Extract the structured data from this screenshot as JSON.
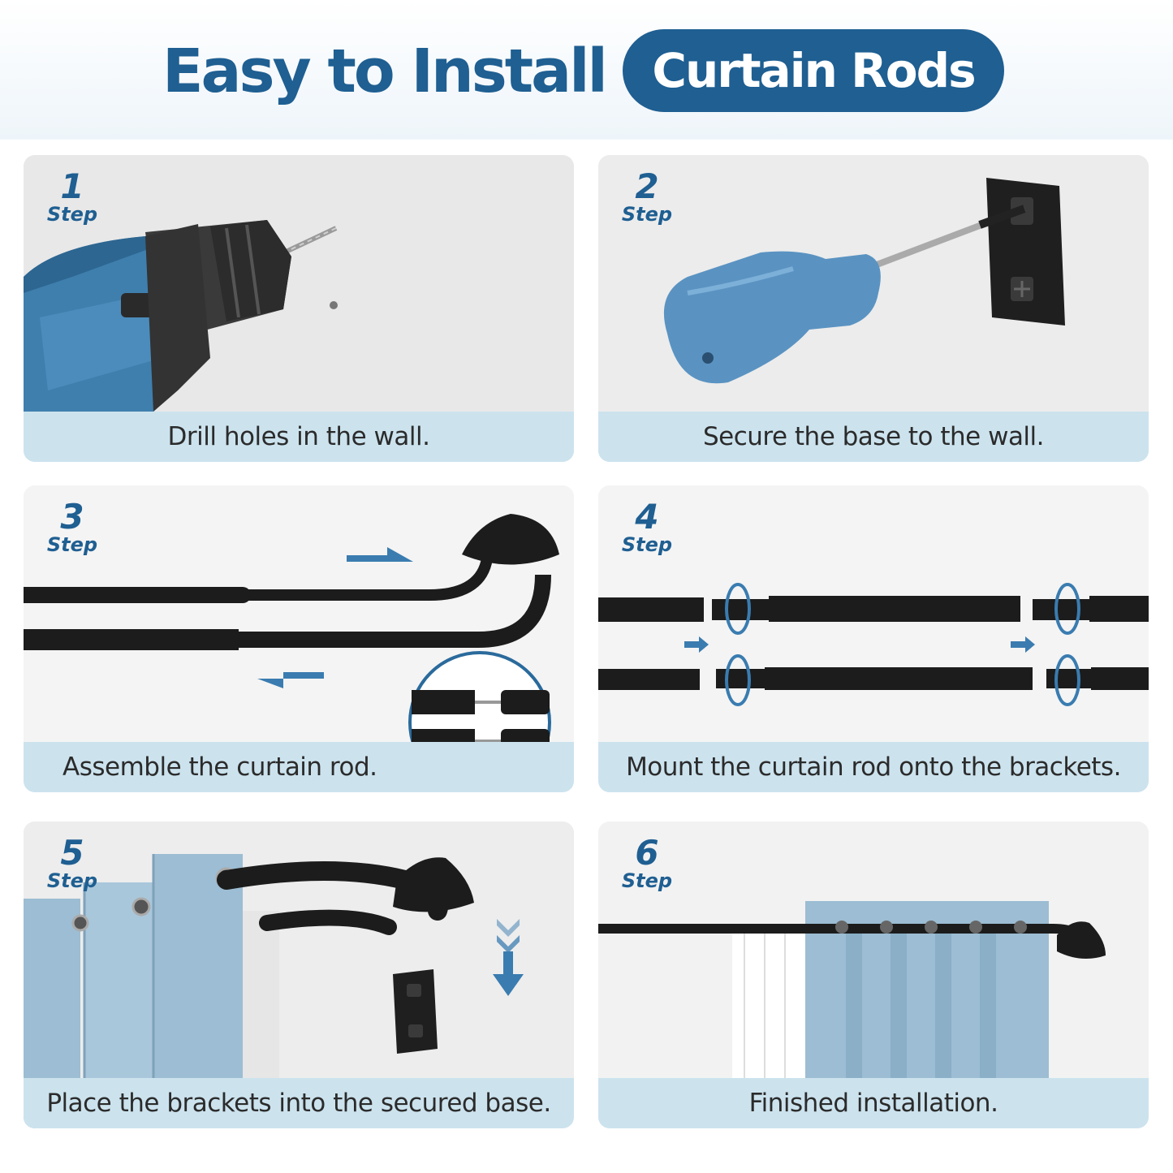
{
  "header": {
    "title": "Easy to Install",
    "badge": "Curtain Rods"
  },
  "colors": {
    "brand_blue": "#1f5f92",
    "caption_band": "#cce3ee",
    "curtain_blue": "#9cbdd3"
  },
  "steps": [
    {
      "number": "1",
      "label": "Step",
      "caption": "Drill holes in the wall."
    },
    {
      "number": "2",
      "label": "Step",
      "caption": "Secure the base to the wall."
    },
    {
      "number": "3",
      "label": "Step",
      "caption": "Assemble the curtain rod."
    },
    {
      "number": "4",
      "label": "Step",
      "caption": "Mount the curtain rod onto the brackets."
    },
    {
      "number": "5",
      "label": "Step",
      "caption": "Place the brackets into the secured base."
    },
    {
      "number": "6",
      "label": "Step",
      "caption": "Finished installation."
    }
  ]
}
